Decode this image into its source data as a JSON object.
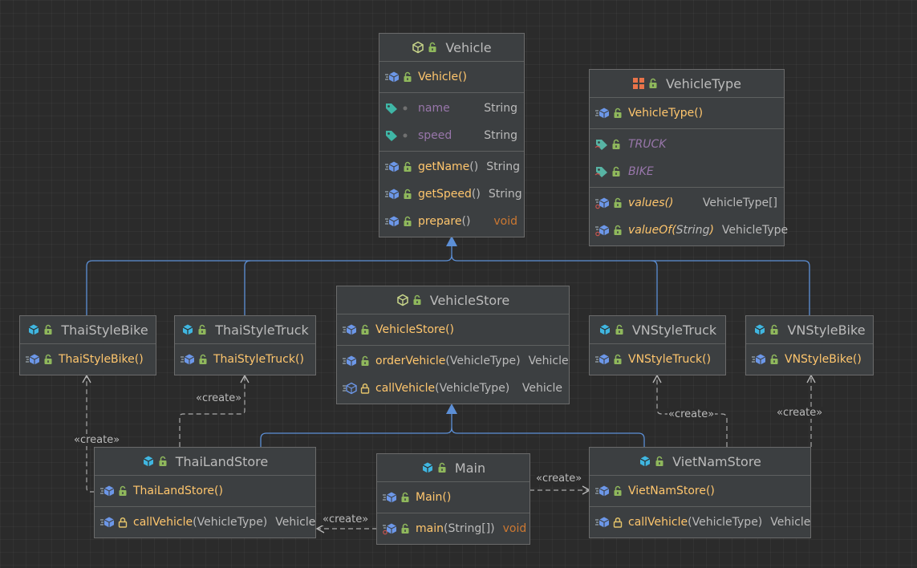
{
  "nodes": {
    "vehicle": {
      "name": "Vehicle",
      "constructor": "Vehicle()",
      "fields": [
        {
          "name": "name",
          "type": "String"
        },
        {
          "name": "speed",
          "type": "String"
        }
      ],
      "methods": [
        {
          "name": "getName",
          "params": "()",
          "type": "String"
        },
        {
          "name": "getSpeed",
          "params": "()",
          "type": "String"
        },
        {
          "name": "prepare",
          "params": "()",
          "type": "void"
        }
      ]
    },
    "vehicle_type": {
      "name": "VehicleType",
      "constructor": "VehicleType()",
      "constants": [
        "TRUCK",
        "BIKE"
      ],
      "methods": [
        {
          "name": "values",
          "params": "()",
          "type": "VehicleType[]"
        },
        {
          "name": "valueOf",
          "paren_open": "(",
          "param_type": "String",
          "paren_close": ")",
          "type": "VehicleType"
        }
      ]
    },
    "vehicle_store": {
      "name": "VehicleStore",
      "constructor": "VehicleStore()",
      "methods": [
        {
          "name": "orderVehicle",
          "params": "(VehicleType)",
          "type": "Vehicle"
        },
        {
          "name": "callVehicle",
          "params": "(VehicleType)",
          "type": "Vehicle"
        }
      ]
    },
    "thai_style_bike": {
      "name": "ThaiStyleBike",
      "constructor": "ThaiStyleBike()"
    },
    "thai_style_truck": {
      "name": "ThaiStyleTruck",
      "constructor": "ThaiStyleTruck()"
    },
    "vn_style_truck": {
      "name": "VNStyleTruck",
      "constructor": "VNStyleTruck()"
    },
    "vn_style_bike": {
      "name": "VNStyleBike",
      "constructor": "VNStyleBike()"
    },
    "thailand_store": {
      "name": "ThaiLandStore",
      "constructor": "ThaiLandStore()",
      "methods": [
        {
          "name": "callVehicle",
          "params": "(VehicleType)",
          "type": "Vehicle"
        }
      ]
    },
    "main": {
      "name": "Main",
      "constructor": "Main()",
      "methods": [
        {
          "name": "main",
          "params": "(String[])",
          "type": "void"
        }
      ]
    },
    "vietnam_store": {
      "name": "VietNamStore",
      "constructor": "VietNamStore()",
      "methods": [
        {
          "name": "callVehicle",
          "params": "(VehicleType)",
          "type": "Vehicle"
        }
      ]
    }
  },
  "edge_labels": {
    "create_thai_bike": "«create»",
    "create_thai_truck": "«create»",
    "create_vn_truck": "«create»",
    "create_vn_bike": "«create»",
    "create_vietnam_store": "«create»",
    "create_thailand_store": "«create»"
  },
  "icons": {
    "abstract_class": "abstract-class-icon",
    "class": "class-icon",
    "enum": "enum-icon",
    "method": "method-icon",
    "field": "field-icon",
    "constant": "enum-constant-icon",
    "lock_open": "unlocked-icon",
    "lock_protected": "locked-icon"
  },
  "colors": {
    "background": "#2b2b2b",
    "node_fill": "#3c3f41",
    "node_border": "#6b6b6b",
    "method_name": "#ffc66d",
    "field_name": "#9876aa",
    "void_keyword": "#cc7832",
    "inheritance_edge": "#5c8fd6",
    "dependency_edge": "#a9a9a9",
    "class_icon": "#40b6e0",
    "enum_icon": "#e8734a",
    "lock_icon": "#8fb85c"
  }
}
